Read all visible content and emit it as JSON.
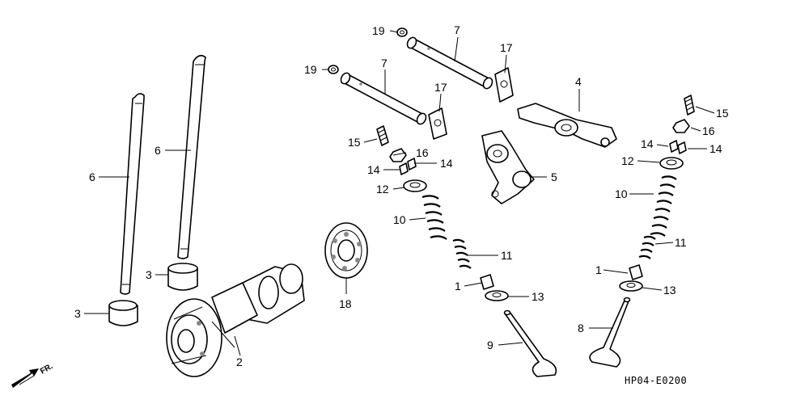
{
  "diagram": {
    "diagram_code": "HP04-E0200",
    "orientation_arrow_label": "FR.",
    "callouts": [
      {
        "id": "c-19-top",
        "label": "19"
      },
      {
        "id": "c-7-top",
        "label": "7"
      },
      {
        "id": "c-17-top",
        "label": "17"
      },
      {
        "id": "c-19-mid",
        "label": "19"
      },
      {
        "id": "c-7-mid",
        "label": "7"
      },
      {
        "id": "c-17-mid",
        "label": "17"
      },
      {
        "id": "c-4",
        "label": "4"
      },
      {
        "id": "c-15-right",
        "label": "15"
      },
      {
        "id": "c-16-right",
        "label": "16"
      },
      {
        "id": "c-14-right-a",
        "label": "14"
      },
      {
        "id": "c-14-right-b",
        "label": "14"
      },
      {
        "id": "c-12-right",
        "label": "12"
      },
      {
        "id": "c-10-right",
        "label": "10"
      },
      {
        "id": "c-11-right",
        "label": "11"
      },
      {
        "id": "c-1-right",
        "label": "1"
      },
      {
        "id": "c-13-right",
        "label": "13"
      },
      {
        "id": "c-8",
        "label": "8"
      },
      {
        "id": "c-15-left",
        "label": "15"
      },
      {
        "id": "c-16-left",
        "label": "16"
      },
      {
        "id": "c-14-left-a",
        "label": "14"
      },
      {
        "id": "c-14-left-b",
        "label": "14"
      },
      {
        "id": "c-12-left",
        "label": "12"
      },
      {
        "id": "c-10-left",
        "label": "10"
      },
      {
        "id": "c-11-left",
        "label": "11"
      },
      {
        "id": "c-1-left",
        "label": "1"
      },
      {
        "id": "c-13-left",
        "label": "13"
      },
      {
        "id": "c-9",
        "label": "9"
      },
      {
        "id": "c-5",
        "label": "5"
      },
      {
        "id": "c-6-left",
        "label": "6"
      },
      {
        "id": "c-6-right",
        "label": "6"
      },
      {
        "id": "c-3-top",
        "label": "3"
      },
      {
        "id": "c-3-bottom",
        "label": "3"
      },
      {
        "id": "c-2",
        "label": "2"
      },
      {
        "id": "c-18",
        "label": "18"
      }
    ]
  }
}
